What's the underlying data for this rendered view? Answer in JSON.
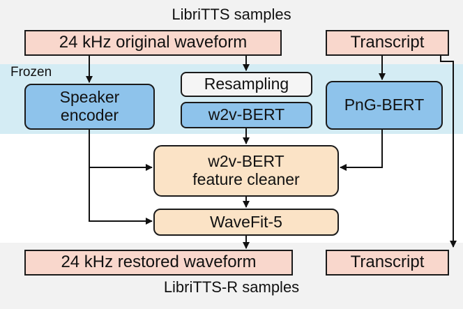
{
  "top_label": "LibriTTS samples",
  "bottom_label": "LibriTTS-R samples",
  "frozen_label": "Frozen",
  "nodes": {
    "input_waveform": "24 kHz original waveform",
    "input_transcript": "Transcript",
    "speaker_encoder": "Speaker\nencoder",
    "resampling": "Resampling",
    "w2v_bert": "w2v-BERT",
    "png_bert": "PnG-BERT",
    "feature_cleaner": "w2v-BERT\nfeature cleaner",
    "wavefit": "WaveFit-5",
    "output_waveform": "24 kHz restored waveform",
    "output_transcript": "Transcript"
  },
  "colors": {
    "gray_band": "#f2f2f2",
    "frozen_band": "#d4ecf4",
    "original_fill": "#f9d7cc",
    "frozen_model_fill": "#8ec3eb",
    "trainable_fill": "#fbe3c6",
    "resampling_fill": "#f5f5f5"
  }
}
